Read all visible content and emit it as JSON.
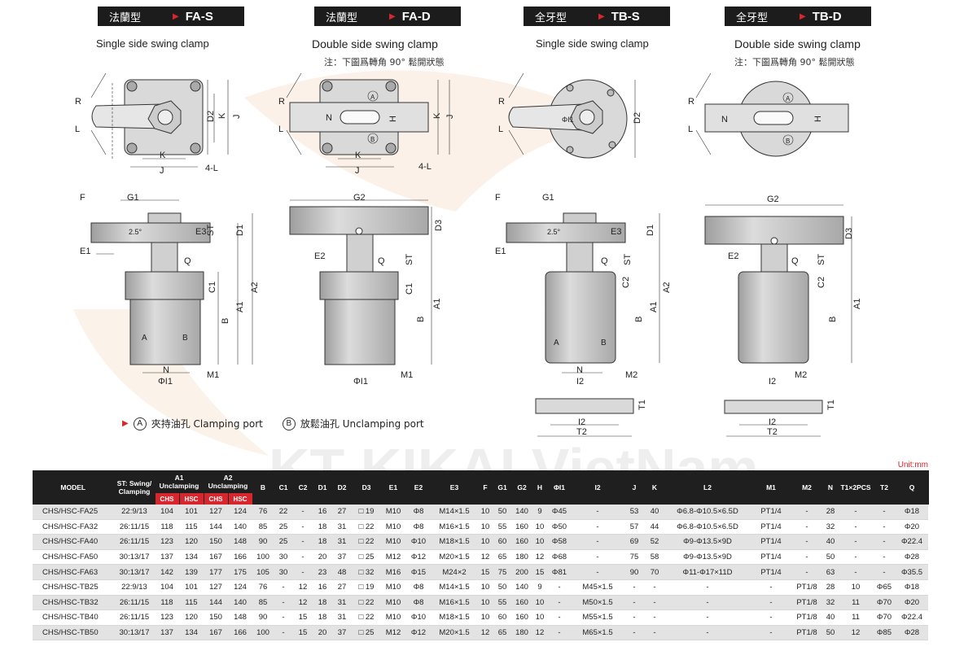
{
  "sections": [
    {
      "cn": "法蘭型",
      "code": "FA-S",
      "title": "Single side swing clamp",
      "note": ""
    },
    {
      "cn": "法蘭型",
      "code": "FA-D",
      "title": "Double side swing clamp",
      "note": "注：下圖爲轉角 90° 鬆開狀態"
    },
    {
      "cn": "全牙型",
      "code": "TB-S",
      "title": "Single side swing clamp",
      "note": ""
    },
    {
      "cn": "全牙型",
      "code": "TB-D",
      "title": "Double side swing clamp",
      "note": "注：下圖爲轉角 90° 鬆開狀態"
    }
  ],
  "labels": {
    "R": "R",
    "L": "L",
    "D2": "D2",
    "K": "K",
    "J": "J",
    "H": "H",
    "N": "N",
    "four_L": "4-L",
    "F": "F",
    "G1": "G1",
    "G2": "G2",
    "D1": "D1",
    "D3": "D3",
    "E1": "E1",
    "E2": "E2",
    "E3": "E3",
    "ST": "ST",
    "Q": "Q",
    "C1": "C1",
    "C2": "C2",
    "A1": "A1",
    "A2": "A2",
    "B": "B",
    "M1": "M1",
    "M2": "M2",
    "I1": "ΦI1",
    "I2": "I2",
    "T1": "T1",
    "T2": "T2",
    "angle": "2.5°",
    "portA": "A",
    "portB": "B"
  },
  "legend": {
    "a_mark": "A",
    "a_text": "夾持油孔 Clamping port",
    "b_mark": "B",
    "b_text": "放鬆油孔 Unclamping port"
  },
  "unit": "Unit:mm",
  "table": {
    "headers": [
      "MODEL",
      "ST: Swing/ Clamping",
      "A1 Unclamping",
      "A2 Unclamping",
      "B",
      "C1",
      "C2",
      "D1",
      "D2",
      "D3",
      "E1",
      "E2",
      "E3",
      "F",
      "G1",
      "G2",
      "H",
      "ΦI1",
      "I2",
      "J",
      "K",
      "L2",
      "M1",
      "M2",
      "N",
      "T1×2PCS",
      "T2",
      "Q"
    ],
    "sub": {
      "a1_chs": "CHS",
      "a1_hsc": "HSC",
      "a2_chs": "CHS",
      "a2_hsc": "HSC"
    },
    "rows": [
      [
        "CHS/HSC-FA25",
        "22:9/13",
        "104",
        "101",
        "127",
        "124",
        "76",
        "22",
        "-",
        "16",
        "27",
        "□ 19",
        "M10",
        "Φ8",
        "M14×1.5",
        "10",
        "50",
        "140",
        "9",
        "Φ45",
        "-",
        "53",
        "40",
        "Φ6.8-Φ10.5×6.5D",
        "PT1/4",
        "-",
        "28",
        "-",
        "-",
        "Φ18"
      ],
      [
        "CHS/HSC-FA32",
        "26:11/15",
        "118",
        "115",
        "144",
        "140",
        "85",
        "25",
        "-",
        "18",
        "31",
        "□ 22",
        "M10",
        "Φ8",
        "M16×1.5",
        "10",
        "55",
        "160",
        "10",
        "Φ50",
        "-",
        "57",
        "44",
        "Φ6.8-Φ10.5×6.5D",
        "PT1/4",
        "-",
        "32",
        "-",
        "-",
        "Φ20"
      ],
      [
        "CHS/HSC-FA40",
        "26:11/15",
        "123",
        "120",
        "150",
        "148",
        "90",
        "25",
        "-",
        "18",
        "31",
        "□ 22",
        "M10",
        "Φ10",
        "M18×1.5",
        "10",
        "60",
        "160",
        "10",
        "Φ58",
        "-",
        "69",
        "52",
        "Φ9-Φ13.5×9D",
        "PT1/4",
        "-",
        "40",
        "-",
        "-",
        "Φ22.4"
      ],
      [
        "CHS/HSC-FA50",
        "30:13/17",
        "137",
        "134",
        "167",
        "166",
        "100",
        "30",
        "-",
        "20",
        "37",
        "□ 25",
        "M12",
        "Φ12",
        "M20×1.5",
        "12",
        "65",
        "180",
        "12",
        "Φ68",
        "-",
        "75",
        "58",
        "Φ9-Φ13.5×9D",
        "PT1/4",
        "-",
        "50",
        "-",
        "-",
        "Φ28"
      ],
      [
        "CHS/HSC-FA63",
        "30:13/17",
        "142",
        "139",
        "177",
        "175",
        "105",
        "30",
        "-",
        "23",
        "48",
        "□ 32",
        "M16",
        "Φ15",
        "M24×2",
        "15",
        "75",
        "200",
        "15",
        "Φ81",
        "-",
        "90",
        "70",
        "Φ11-Φ17×11D",
        "PT1/4",
        "-",
        "63",
        "-",
        "-",
        "Φ35.5"
      ],
      [
        "CHS/HSC-TB25",
        "22:9/13",
        "104",
        "101",
        "127",
        "124",
        "76",
        "-",
        "12",
        "16",
        "27",
        "□ 19",
        "M10",
        "Φ8",
        "M14×1.5",
        "10",
        "50",
        "140",
        "9",
        "-",
        "M45×1.5",
        "-",
        "-",
        "-",
        "-",
        "PT1/8",
        "28",
        "10",
        "Φ65",
        "Φ18"
      ],
      [
        "CHS/HSC-TB32",
        "26:11/15",
        "118",
        "115",
        "144",
        "140",
        "85",
        "-",
        "12",
        "18",
        "31",
        "□ 22",
        "M10",
        "Φ8",
        "M16×1.5",
        "10",
        "55",
        "160",
        "10",
        "-",
        "M50×1.5",
        "-",
        "-",
        "-",
        "-",
        "PT1/8",
        "32",
        "11",
        "Φ70",
        "Φ20"
      ],
      [
        "CHS/HSC-TB40",
        "26:11/15",
        "123",
        "120",
        "150",
        "148",
        "90",
        "-",
        "15",
        "18",
        "31",
        "□ 22",
        "M10",
        "Φ10",
        "M18×1.5",
        "10",
        "60",
        "160",
        "10",
        "-",
        "M55×1.5",
        "-",
        "-",
        "-",
        "-",
        "PT1/8",
        "40",
        "11",
        "Φ70",
        "Φ22.4"
      ],
      [
        "CHS/HSC-TB50",
        "30:13/17",
        "137",
        "134",
        "167",
        "166",
        "100",
        "-",
        "15",
        "20",
        "37",
        "□ 25",
        "M12",
        "Φ12",
        "M20×1.5",
        "12",
        "65",
        "180",
        "12",
        "-",
        "M65×1.5",
        "-",
        "-",
        "-",
        "-",
        "PT1/8",
        "50",
        "12",
        "Φ85",
        "Φ28"
      ]
    ]
  },
  "colors": {
    "accent": "#d7262e",
    "header_bg": "#1f1f1f",
    "body_fill": "#c8c8c8",
    "row_alt": "#e3e3e3"
  }
}
